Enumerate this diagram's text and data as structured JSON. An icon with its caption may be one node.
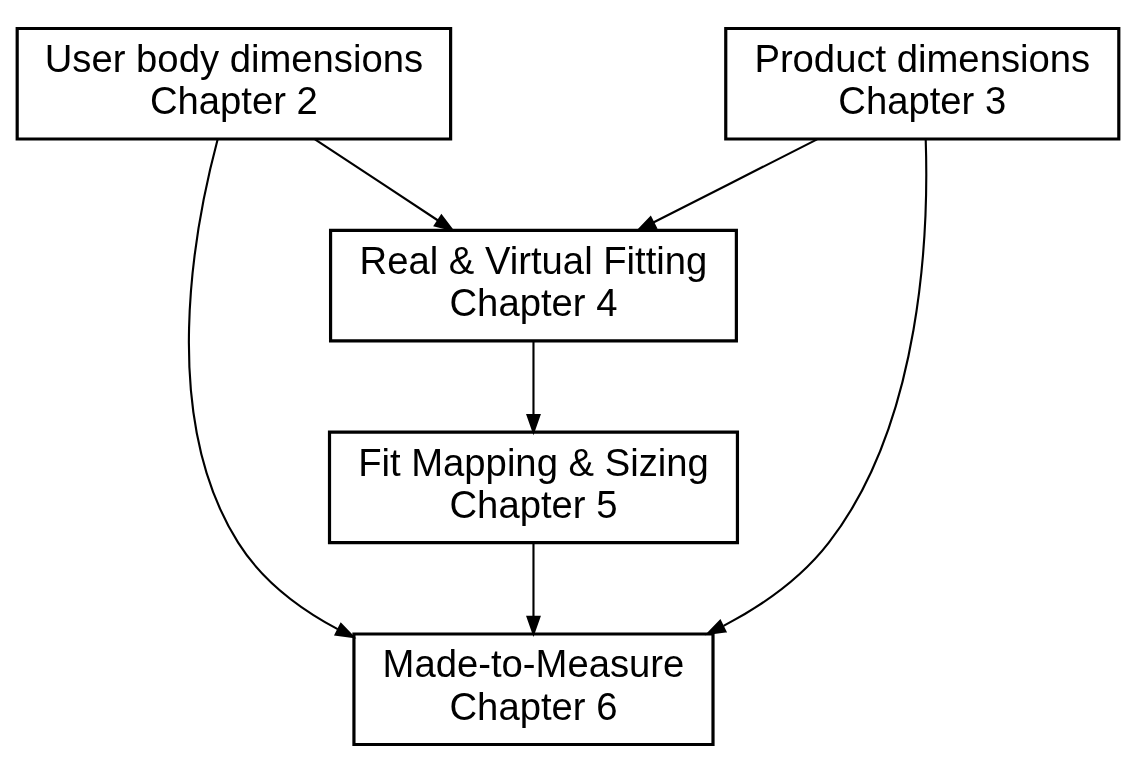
{
  "diagram": {
    "nodes": [
      {
        "text": [
          "User body dimensions",
          "Chapter 2"
        ]
      },
      {
        "text": [
          "Product dimensions",
          "Chapter 3"
        ]
      },
      {
        "text": [
          "Real & Virtual Fitting",
          "Chapter 4"
        ]
      },
      {
        "text": [
          "Fit Mapping & Sizing",
          "Chapter 5"
        ]
      },
      {
        "text": [
          "Made-to-Measure",
          "Chapter 6"
        ]
      }
    ],
    "edges": [
      {
        "from": 0,
        "to": 2,
        "arrow": "to"
      },
      {
        "from": 1,
        "to": 2,
        "arrow": "to"
      },
      {
        "from": 2,
        "to": 3,
        "arrow": "to"
      },
      {
        "from": 3,
        "to": 4,
        "arrow": "to"
      },
      {
        "from": 0,
        "to": 4,
        "arrow": "to"
      },
      {
        "from": 1,
        "to": 4,
        "arrow": "to"
      }
    ]
  }
}
